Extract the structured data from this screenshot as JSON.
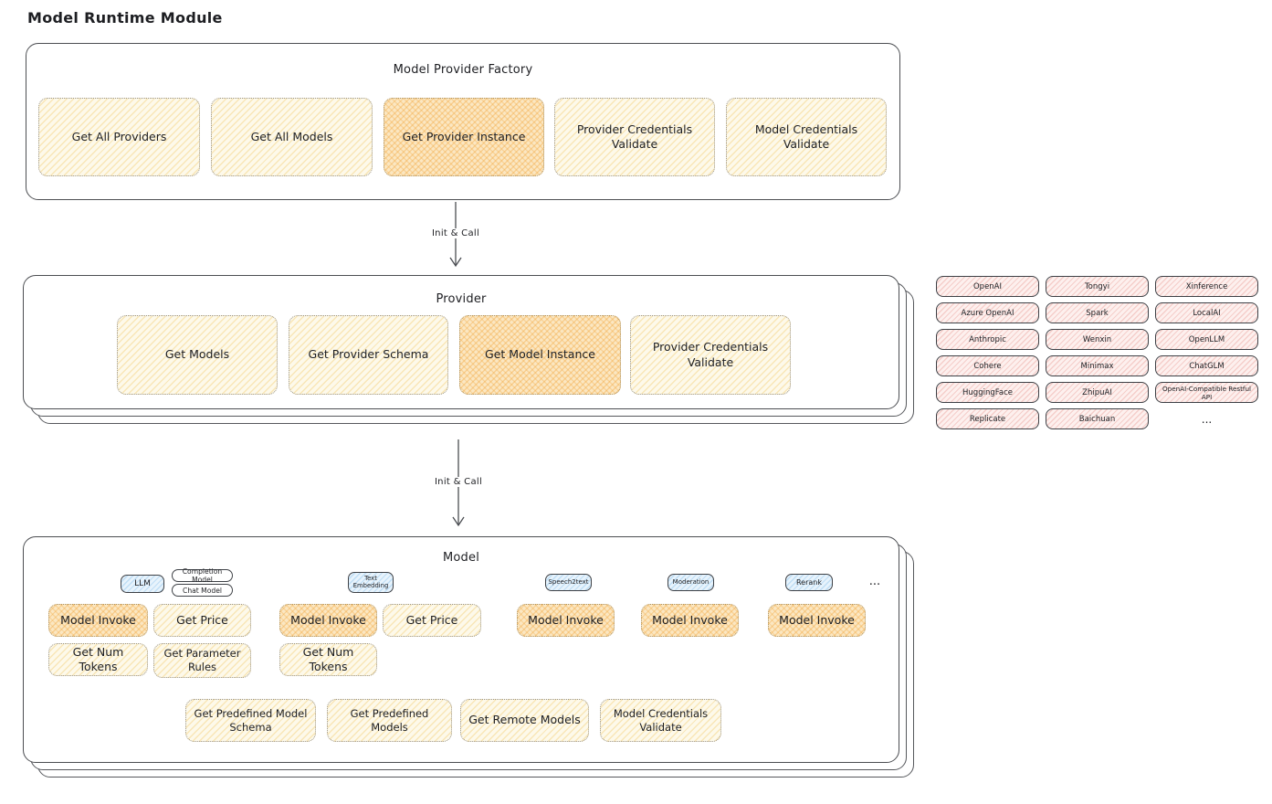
{
  "page": {
    "title": "Model Runtime Module"
  },
  "colors": {
    "op_fill": "#fdf9ea",
    "op_highlight_fill": "#fbe7c2",
    "provider_chip_fill": "#fdf0ee",
    "tag_fill": "#e7f3fc",
    "outline": "#4c4e52"
  },
  "factory": {
    "title": "Model Provider Factory",
    "buttons": [
      "Get All Providers",
      "Get All Models",
      "Get Provider Instance",
      "Provider Credentials Validate",
      "Model Credentials Validate"
    ]
  },
  "flow": {
    "arrow1_label": "Init & Call",
    "arrow2_label": "Init & Call"
  },
  "provider": {
    "title": "Provider",
    "buttons": [
      "Get Models",
      "Get Provider Schema",
      "Get Model Instance",
      "Provider Credentials Validate"
    ]
  },
  "providers": {
    "rows": [
      [
        "OpenAI",
        "Tongyi",
        "Xinference"
      ],
      [
        "Azure OpenAI",
        "Spark",
        "LocalAI"
      ],
      [
        "Anthropic",
        "Wenxin",
        "OpenLLM"
      ],
      [
        "Cohere",
        "Minimax",
        "ChatGLM"
      ],
      [
        "HuggingFace",
        "ZhipuAI",
        "OpenAI-Compatible Restful API"
      ],
      [
        "Replicate",
        "Baichuan"
      ]
    ],
    "more": "..."
  },
  "model": {
    "title": "Model",
    "groups": [
      {
        "tag": "LLM",
        "subtags": [
          "Completion Model",
          "Chat Model"
        ],
        "ops": [
          "Model Invoke",
          "Get Price",
          "Get Num Tokens",
          "Get Parameter Rules"
        ]
      },
      {
        "tag": "Text Embedding",
        "ops": [
          "Model Invoke",
          "Get Price",
          "Get Num Tokens"
        ]
      },
      {
        "tag": "Speech2text",
        "ops": [
          "Model Invoke"
        ]
      },
      {
        "tag": "Moderation",
        "ops": [
          "Model Invoke"
        ]
      },
      {
        "tag": "Rerank",
        "ops": [
          "Model Invoke"
        ]
      }
    ],
    "more": "...",
    "shared_ops": [
      "Get Predefined Model Schema",
      "Get Predefined Models",
      "Get Remote Models",
      "Model Credentials Validate"
    ]
  }
}
